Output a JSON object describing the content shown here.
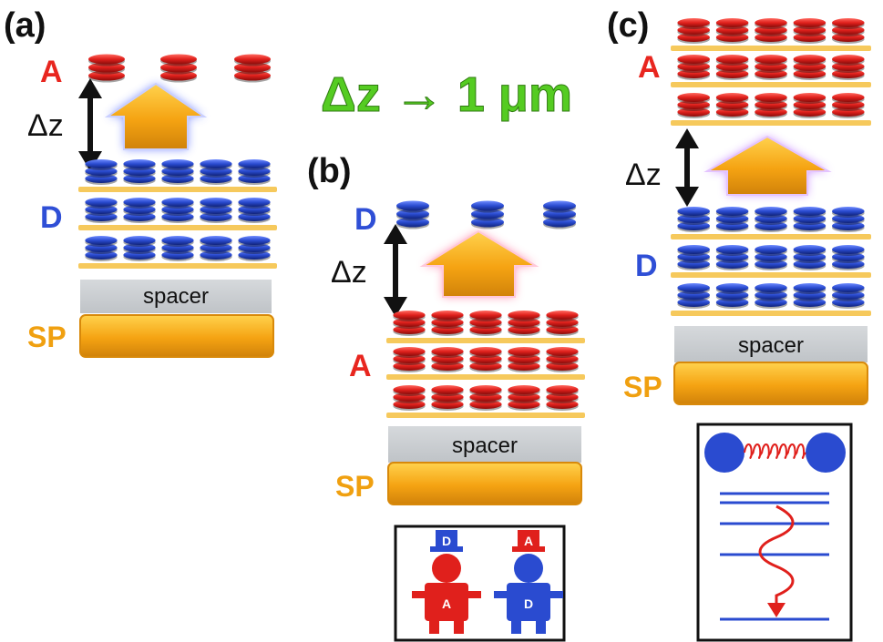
{
  "panels": {
    "a": {
      "label": "(a)",
      "top_label": "A",
      "mid_label": "D",
      "spacer": "spacer",
      "sp": "SP",
      "dz": "Δz"
    },
    "b": {
      "label": "(b)",
      "top_label": "D",
      "mid_label": "A",
      "spacer": "spacer",
      "sp": "SP",
      "dz": "Δz"
    },
    "c": {
      "label": "(c)",
      "top_label": "A",
      "mid_label": "D",
      "spacer": "spacer",
      "sp": "SP",
      "dz": "Δz"
    }
  },
  "headline": "Δz → 1 μm",
  "inset_b": {
    "left_hat": "D",
    "left_body": "A",
    "right_hat": "A",
    "right_body": "D"
  },
  "colors": {
    "red": "#e0201c",
    "blue": "#2a4bd0",
    "gold": "#f5a312",
    "green": "#55cc22",
    "spacer": "#c9cdd1",
    "label_red": "#e8261f",
    "label_blue": "#2f4fd6",
    "label_gold": "#f0a010"
  }
}
